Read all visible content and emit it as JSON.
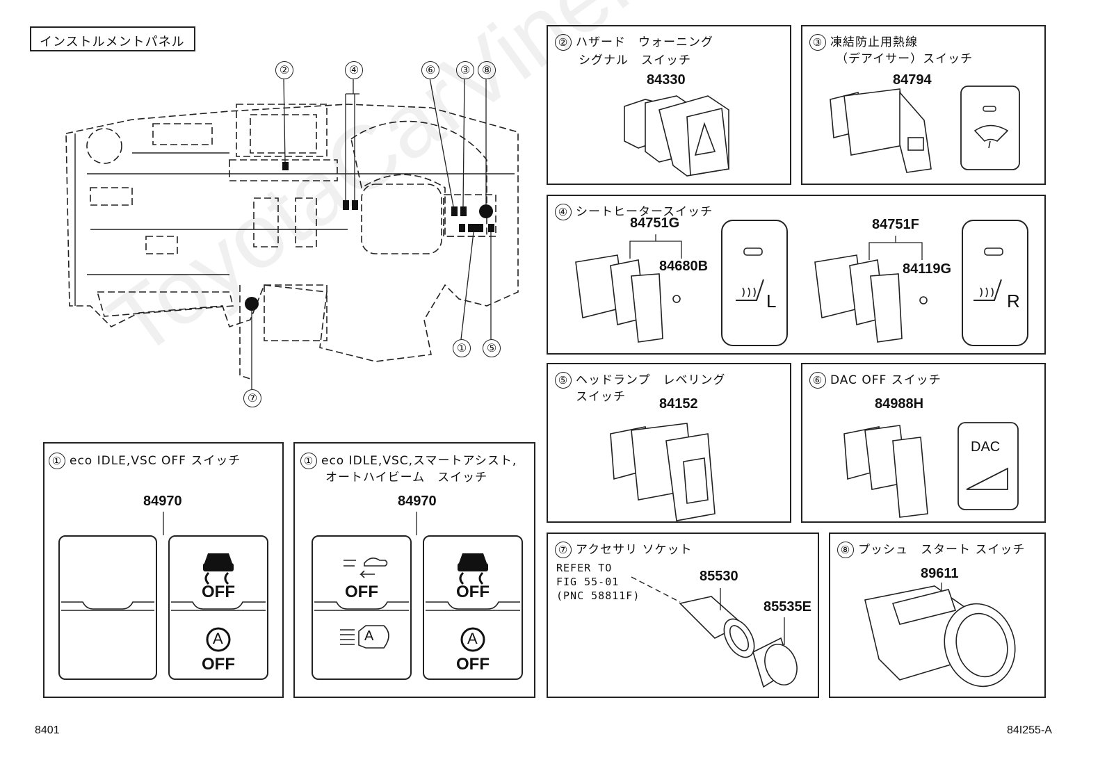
{
  "header": {
    "title": "インストルメントパネル"
  },
  "overview": {
    "callouts": [
      "②",
      "④",
      "⑥",
      "③",
      "⑧",
      "①",
      "⑤",
      "⑦"
    ]
  },
  "panels": {
    "p2": {
      "num": "②",
      "title_line1": "ハザード　ウォーニング",
      "title_line2": "シグナル　スイッチ",
      "part": "84330"
    },
    "p3": {
      "num": "③",
      "title_line1": "凍結防止用熱線",
      "title_line2": "（デアイサー）スイッチ",
      "part": "84794"
    },
    "p4": {
      "num": "④",
      "title": "シートヒータースイッチ",
      "part_left": "84751G",
      "part_left_sub": "84680B",
      "label_left": "L",
      "part_right": "84751F",
      "part_right_sub": "84119G",
      "label_right": "R"
    },
    "p5": {
      "num": "⑤",
      "title_line1": "ヘッドランプ　レベリング",
      "title_line2": "スイッチ",
      "part": "84152"
    },
    "p6": {
      "num": "⑥",
      "title": "DAC OFF スイッチ",
      "part": "84988H",
      "icon_text": "DAC"
    },
    "p7": {
      "num": "⑦",
      "title": "アクセサリ ソケット",
      "refer_line1": "REFER TO",
      "refer_line2": "FIG 55-01",
      "refer_line3": "(PNC 58811F)",
      "part_a": "85530",
      "part_b": "85535E"
    },
    "p8": {
      "num": "⑧",
      "title": "プッシュ　スタート スイッチ",
      "part": "89611"
    },
    "p1a": {
      "num": "①",
      "title": "eco IDLE,VSC OFF スイッチ",
      "part": "84970",
      "off1": "OFF",
      "off2": "OFF",
      "a_letter": "A"
    },
    "p1b": {
      "num": "①",
      "title_line1": "eco IDLE,VSC,スマートアシスト,",
      "title_line2": "オートハイビーム　スイッチ",
      "part": "84970",
      "off1": "OFF",
      "off2": "OFF",
      "off3": "OFF",
      "a_letter": "A",
      "a_letter2": "A"
    }
  },
  "footer": {
    "left": "8401",
    "right": "84I255-A"
  },
  "watermark": "ToyotaCarViner.ru"
}
